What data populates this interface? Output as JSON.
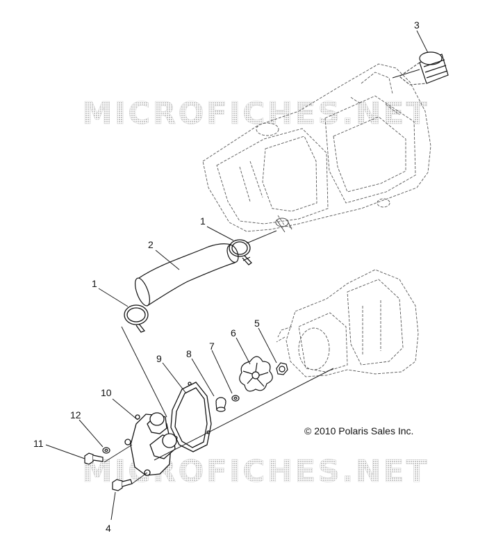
{
  "diagram": {
    "callouts": [
      {
        "id": "c3",
        "label": "3"
      },
      {
        "id": "c1a",
        "label": "1"
      },
      {
        "id": "c2",
        "label": "2"
      },
      {
        "id": "c1b",
        "label": "1"
      },
      {
        "id": "c9",
        "label": "9"
      },
      {
        "id": "c8",
        "label": "8"
      },
      {
        "id": "c7",
        "label": "7"
      },
      {
        "id": "c6",
        "label": "6"
      },
      {
        "id": "c5",
        "label": "5"
      },
      {
        "id": "c10",
        "label": "10"
      },
      {
        "id": "c12",
        "label": "12"
      },
      {
        "id": "c11",
        "label": "11"
      },
      {
        "id": "c4",
        "label": "4"
      }
    ],
    "copyright": "© 2010 Polaris Sales Inc.",
    "watermark_text": "MICROFICHES.NET",
    "colors": {
      "line": "#1a1a1a",
      "outline": "#555555",
      "watermark": "#cfcfcf"
    }
  }
}
